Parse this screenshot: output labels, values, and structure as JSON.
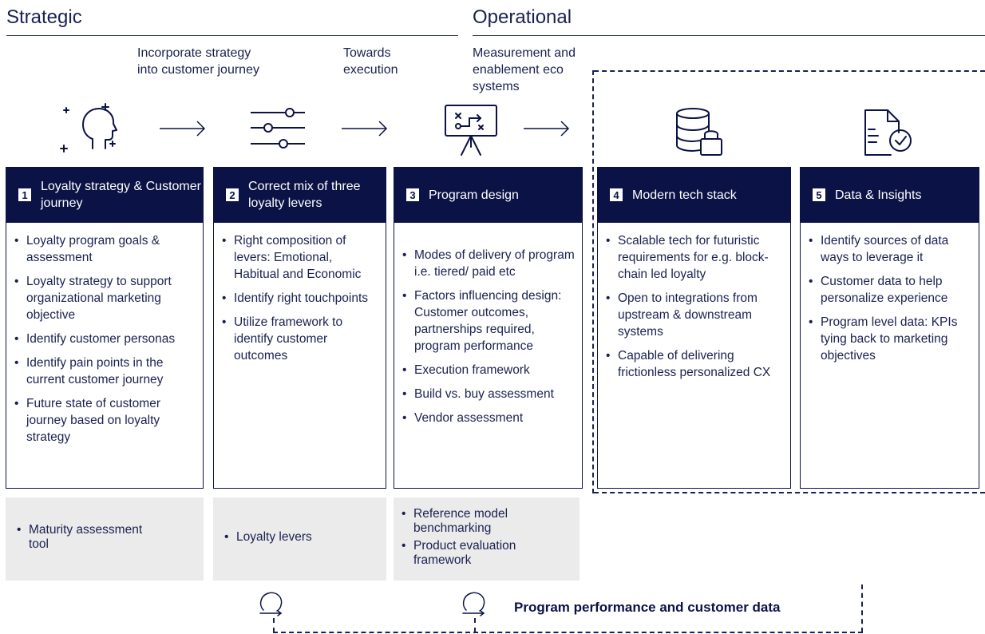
{
  "headers": {
    "strategic": "Strategic",
    "operational": "Operational"
  },
  "steps": [
    "Incorporate strategy into customer journey",
    "Towards execution",
    "Measurement and enablement eco systems"
  ],
  "icons": [
    "ai-head-icon",
    "sliders-icon",
    "presentation-board-icon",
    "database-lock-icon",
    "document-check-icon"
  ],
  "cards": [
    {
      "num": "1",
      "title": "Loyalty strategy & Customer journey",
      "items": [
        "Loyalty program goals & assessment",
        "Loyalty strategy to support organizational marketing objective",
        "Identify customer personas",
        "Identify pain points in the current customer journey",
        "Future state of customer journey based on loyalty strategy"
      ]
    },
    {
      "num": "2",
      "title": "Correct mix of three loyalty levers",
      "items": [
        "Right composition of levers: Emotional, Habitual and Economic",
        "Identify right touchpoints",
        "Utilize framework to identify customer outcomes"
      ]
    },
    {
      "num": "3",
      "title": "Program design",
      "items": [
        "Modes of delivery of program i.e. tiered/ paid etc",
        "Factors influencing design: Customer outcomes, partnerships required, program performance",
        "Execution framework",
        "Build vs. buy assessment",
        "Vendor assessment"
      ]
    },
    {
      "num": "4",
      "title": "Modern tech stack",
      "items": [
        "Scalable tech for futuristic requirements for e.g. block-chain led loyalty",
        "Open to integrations from upstream & downstream systems",
        "Capable of delivering frictionless personalized CX"
      ]
    },
    {
      "num": "5",
      "title": "Data & Insights",
      "items": [
        "Identify sources of data ways to leverage it",
        "Customer data to help personalize experience",
        "Program level data: KPIs tying back to marketing objectives"
      ]
    }
  ],
  "tools": [
    [
      "Maturity assessment tool"
    ],
    [
      "Loyalty levers"
    ],
    [
      "Reference model benchmarking",
      "Product evaluation framework"
    ]
  ],
  "footer": {
    "label": "Program performance and customer data"
  },
  "colors": {
    "navy": "#0b1245",
    "tool_bg": "#ebebeb"
  }
}
